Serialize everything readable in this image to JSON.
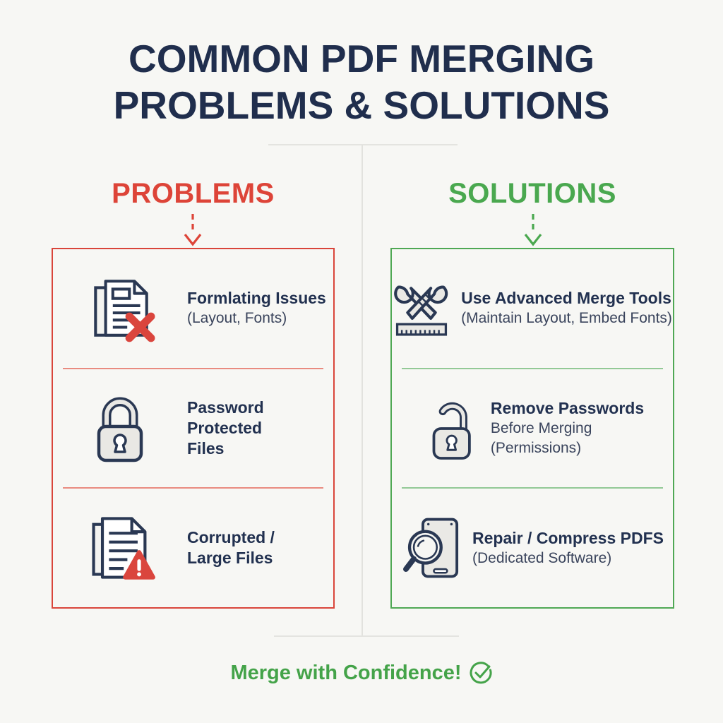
{
  "title": "COMMON PDF MERGING\nPROBLEMS & SOLUTIONS",
  "columns": {
    "problems": {
      "header": "PROBLEMS",
      "items": [
        {
          "icon": "document-x-icon",
          "title": "Formlating Issues",
          "subtitle": "(Layout, Fonts)"
        },
        {
          "icon": "padlock-locked-icon",
          "title": "Password\nProtected\nFiles",
          "subtitle": ""
        },
        {
          "icon": "document-warning-icon",
          "title": "Corrupted /\nLarge Files",
          "subtitle": ""
        }
      ]
    },
    "solutions": {
      "header": "SOLUTIONS",
      "items": [
        {
          "icon": "crossed-tools-icon",
          "title": "Use Advanced Merge Tools",
          "subtitle": "(Maintain Layout, Embed Fonts)"
        },
        {
          "icon": "padlock-open-icon",
          "title": "Remove Passwords",
          "subtitle": "Before Merging\n(Permissions)"
        },
        {
          "icon": "magnifier-phone-icon",
          "title": "Repair / Compress PDFS",
          "subtitle": "(Dedicated Software)"
        }
      ]
    }
  },
  "footer": {
    "text": "Merge with Confidence!",
    "icon": "check-circle-icon"
  },
  "colors": {
    "heading_navy": "#202e4d",
    "accent_red": "#dd4438",
    "accent_green": "#4aa84f",
    "icon_stroke": "#2a3853",
    "icon_fill": "#eae9e5"
  }
}
